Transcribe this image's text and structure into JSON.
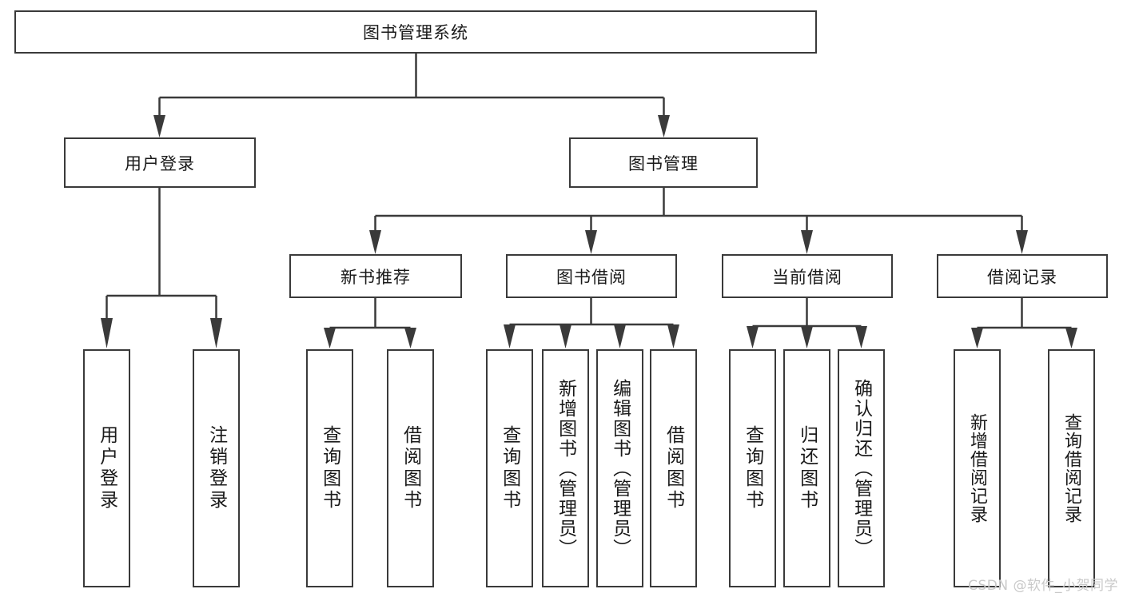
{
  "diagram": {
    "title": "图书管理系统",
    "type": "hierarchy-tree",
    "root": {
      "id": "root",
      "label": "图书管理系统",
      "orientation": "horizontal"
    },
    "level1": [
      {
        "id": "user-login",
        "label": "用户登录",
        "orientation": "horizontal"
      },
      {
        "id": "book-manage",
        "label": "图书管理",
        "orientation": "horizontal"
      }
    ],
    "level2": [
      {
        "id": "new-book-recommend",
        "label": "新书推荐",
        "orientation": "horizontal",
        "parent": "book-manage"
      },
      {
        "id": "book-borrow",
        "label": "图书借阅",
        "orientation": "horizontal",
        "parent": "book-manage"
      },
      {
        "id": "current-borrow",
        "label": "当前借阅",
        "orientation": "horizontal",
        "parent": "book-manage"
      },
      {
        "id": "borrow-record",
        "label": "借阅记录",
        "orientation": "horizontal",
        "parent": "book-manage"
      }
    ],
    "leaves": [
      {
        "id": "leaf-user-login",
        "label": "用户登录",
        "orientation": "vertical",
        "parent": "user-login"
      },
      {
        "id": "leaf-user-logout",
        "label": "注销登录",
        "orientation": "vertical",
        "parent": "user-login"
      },
      {
        "id": "leaf-query-book-1",
        "label": "查询图书",
        "orientation": "vertical",
        "parent": "new-book-recommend"
      },
      {
        "id": "leaf-borrow-book-1",
        "label": "借阅图书",
        "orientation": "vertical",
        "parent": "new-book-recommend"
      },
      {
        "id": "leaf-query-book-2",
        "label": "查询图书",
        "orientation": "vertical",
        "parent": "book-borrow"
      },
      {
        "id": "leaf-add-book",
        "label": "新增图书（管理员）",
        "orientation": "vertical",
        "parent": "book-borrow"
      },
      {
        "id": "leaf-edit-book",
        "label": "编辑图书（管理员）",
        "orientation": "vertical",
        "parent": "book-borrow"
      },
      {
        "id": "leaf-borrow-book-2",
        "label": "借阅图书",
        "orientation": "vertical",
        "parent": "book-borrow"
      },
      {
        "id": "leaf-query-book-3",
        "label": "查询图书",
        "orientation": "vertical",
        "parent": "current-borrow"
      },
      {
        "id": "leaf-return-book",
        "label": "归还图书",
        "orientation": "vertical",
        "parent": "current-borrow"
      },
      {
        "id": "leaf-confirm-return",
        "label": "确认归还（管理员）",
        "orientation": "vertical",
        "parent": "current-borrow"
      },
      {
        "id": "leaf-add-record",
        "label": "新增借阅记录",
        "orientation": "vertical",
        "parent": "borrow-record"
      },
      {
        "id": "leaf-query-record",
        "label": "查询借阅记录",
        "orientation": "vertical",
        "parent": "borrow-record"
      }
    ]
  },
  "watermark": {
    "text": "CSDN @软件_小贺同学"
  },
  "colors": {
    "stroke": "#3a3a3a",
    "text": "#1a1a1a",
    "background": "#ffffff",
    "watermark": "#c9c9c9"
  }
}
